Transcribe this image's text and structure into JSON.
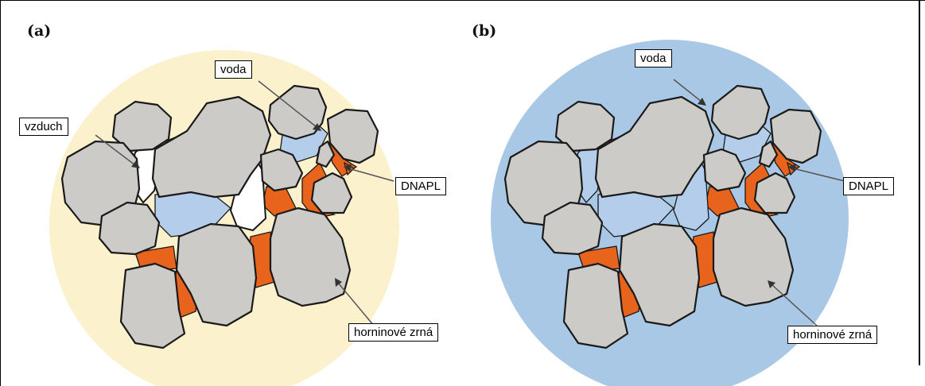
{
  "panels": [
    {
      "letter": "(a)",
      "background_color": "#fbf1cd",
      "labels": {
        "water": "voda",
        "air": "vzduch",
        "dnapl": "DNAPL",
        "grains": "horninové zrná"
      }
    },
    {
      "letter": "(b)",
      "background_color": "#a9c8e6",
      "labels": {
        "water": "voda",
        "dnapl": "DNAPL",
        "grains": "horninové zrná"
      }
    }
  ],
  "colors": {
    "grain": "#cdcbc8",
    "water": "#b3cdea",
    "dnapl": "#e8631c",
    "air": "#ffffff"
  }
}
